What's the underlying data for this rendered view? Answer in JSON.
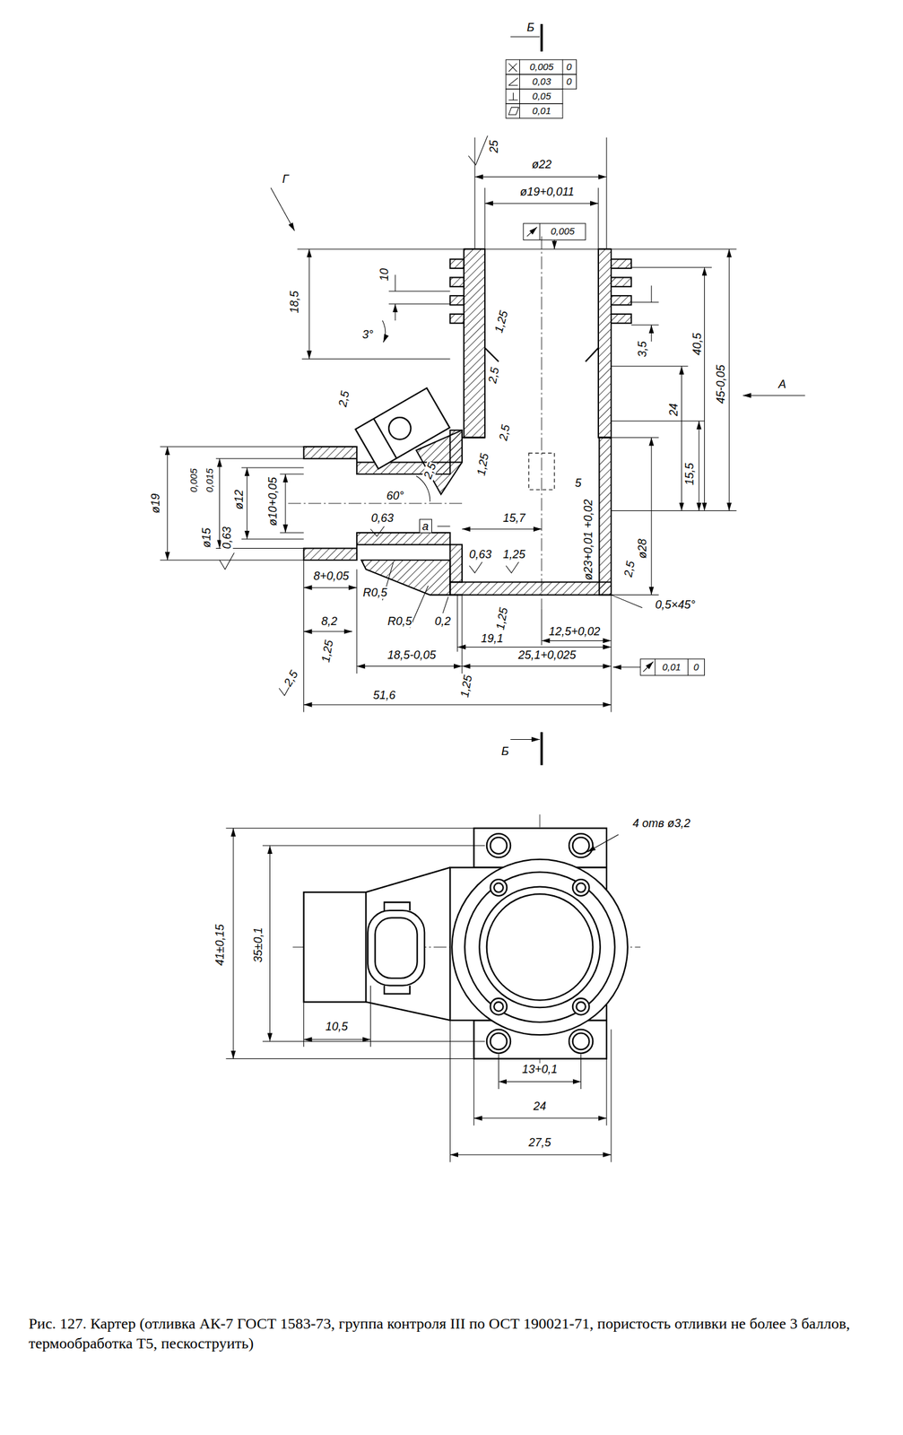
{
  "diagram": {
    "caption": "Рис. 127. Картер (отливка АК-7 ГОСТ 1583-73, группа контроля III по ОСТ 190021-71, пористость отливки не более 3 баллов, термообработка Т5, пескоструить)",
    "labels": [
      "Б",
      "0,005",
      "0",
      "0,03",
      "0",
      "0,05",
      "0,01",
      "25",
      "ø22",
      "ø19+0,011",
      "0,005",
      "Г",
      "18,5",
      "10",
      "3°",
      "1,25",
      "3,5",
      "40,5",
      "45-0,05",
      "A",
      "2,5",
      "2,5",
      "2,5",
      "2,5",
      "1,25",
      "24",
      "15,5",
      "ø28",
      "5",
      "ø19",
      "0,005",
      "0,015",
      "ø15",
      "0,63",
      "ø12",
      "ø10+0,05",
      "60°",
      "a",
      "0,63",
      "15,7",
      "ø23+0,01 +0,02",
      "0,63",
      "1,25",
      "2,5",
      "0,5×45°",
      "8+0,05",
      "8,2",
      "R0,5",
      "R0,5",
      "0,2",
      "1,25",
      "19,1",
      "12,5+0,02",
      "1,25",
      "18,5-0,05",
      "25,1+0,025",
      "0,01",
      "0",
      "2,5",
      "1,25",
      "51,6",
      "Б",
      "4 отв ø3,2",
      "41±0,15",
      "35±0,1",
      "10,5",
      "13+0,1",
      "24",
      "27,5"
    ]
  }
}
